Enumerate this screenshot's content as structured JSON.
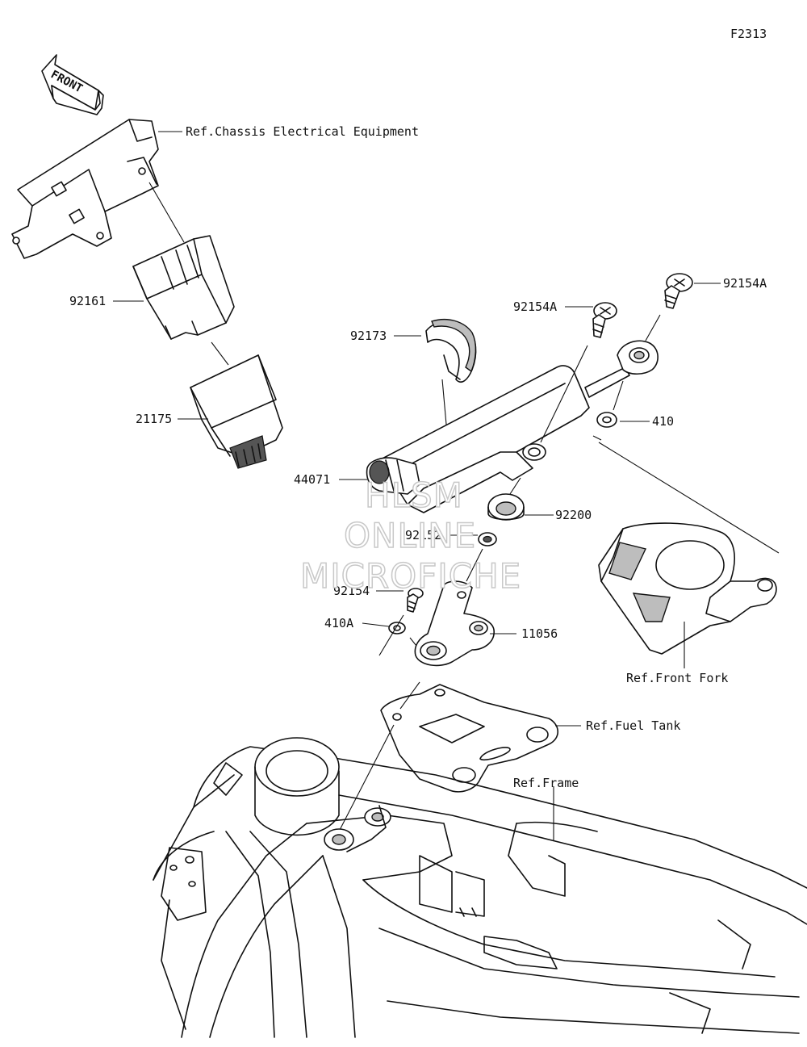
{
  "figure_code": "F2313",
  "front_arrow": {
    "label": "FRONT",
    "icon": "front-direction-arrow-icon"
  },
  "parts": {
    "p92161": "92161",
    "p21175": "21175",
    "p92173": "92173",
    "p44071": "44071",
    "p92154A_top": "92154A",
    "p92154A_mid": "92154A",
    "p410": "410",
    "p92200": "92200",
    "p92152": "92152",
    "p92154": "92154",
    "p410A": "410A",
    "p11056": "11056"
  },
  "refs": {
    "chassis": "Ref.Chassis Electrical Equipment",
    "front_fork": "Ref.Front Fork",
    "fuel_tank": "Ref.Fuel Tank",
    "frame": "Ref.Frame"
  },
  "watermark": [
    "HLSM",
    "ONLINE",
    "MICROFICHE"
  ]
}
